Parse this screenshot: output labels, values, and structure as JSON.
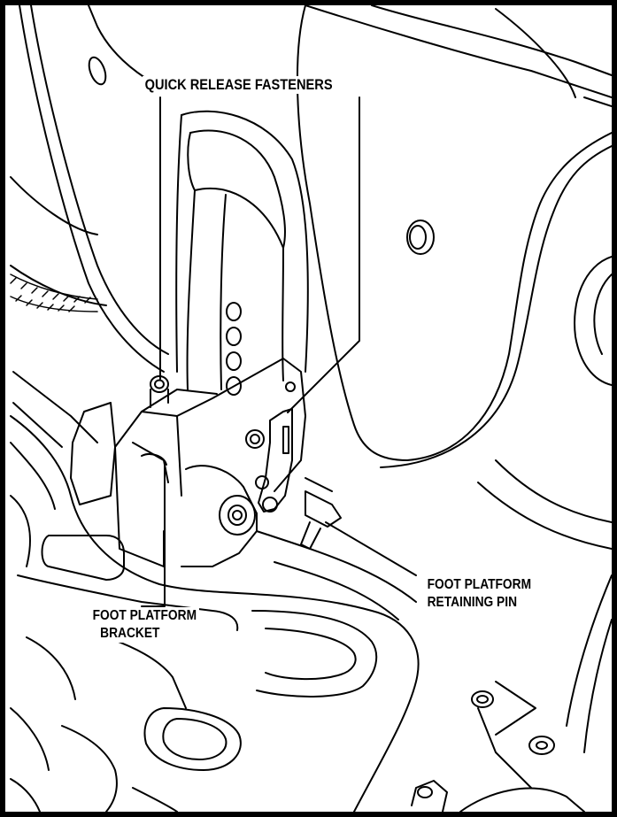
{
  "labels": {
    "quick_release": "QUICK RELEASE FASTENERS",
    "foot_bracket": [
      "FOOT PLATFORM",
      "BRACKET"
    ],
    "retaining_pin": [
      "FOOT PLATFORM",
      "RETAINING PIN"
    ]
  },
  "colors": {
    "ink": "#000000",
    "paper": "#ffffff"
  }
}
